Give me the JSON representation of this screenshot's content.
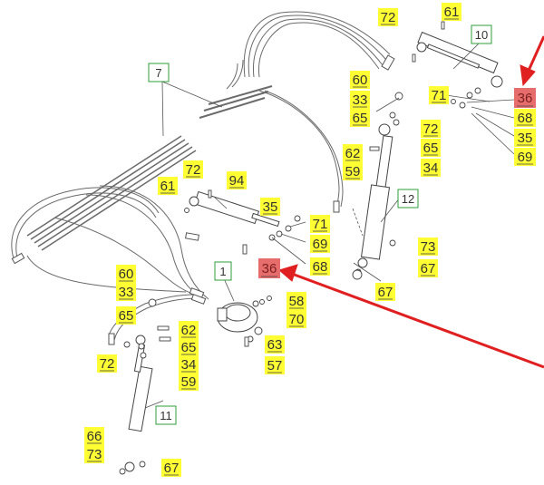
{
  "colors": {
    "yellow_label": "#ffff33",
    "red_label": "#e76d6d",
    "green_box": "#2e9d3a",
    "arrow": "#e02020",
    "line": "#606060"
  },
  "labels": [
    {
      "id": "l72a",
      "text": "72",
      "style": "yellow"
    },
    {
      "id": "l61a",
      "text": "61",
      "style": "yellow"
    },
    {
      "id": "l10",
      "text": "10",
      "style": "green"
    },
    {
      "id": "l7",
      "text": "7",
      "style": "green"
    },
    {
      "id": "l60a",
      "text": "60",
      "style": "yellow"
    },
    {
      "id": "l33a",
      "text": "33",
      "style": "yellow"
    },
    {
      "id": "l65a",
      "text": "65",
      "style": "yellow"
    },
    {
      "id": "l71a",
      "text": "71",
      "style": "yellow"
    },
    {
      "id": "l36a",
      "text": "36",
      "style": "red"
    },
    {
      "id": "l68a",
      "text": "68",
      "style": "yellow"
    },
    {
      "id": "l35a",
      "text": "35",
      "style": "yellow"
    },
    {
      "id": "l69a",
      "text": "69",
      "style": "yellow"
    },
    {
      "id": "l72b",
      "text": "72",
      "style": "yellow"
    },
    {
      "id": "l65b",
      "text": "65",
      "style": "yellow"
    },
    {
      "id": "l34a",
      "text": "34",
      "style": "yellow"
    },
    {
      "id": "l62a",
      "text": "62",
      "style": "yellow"
    },
    {
      "id": "l59a",
      "text": "59",
      "style": "yellow"
    },
    {
      "id": "l12",
      "text": "12",
      "style": "green"
    },
    {
      "id": "l72c",
      "text": "72",
      "style": "yellow"
    },
    {
      "id": "l94",
      "text": "94",
      "style": "yellow"
    },
    {
      "id": "l61b",
      "text": "61",
      "style": "yellow"
    },
    {
      "id": "l35b",
      "text": "35",
      "style": "yellow"
    },
    {
      "id": "l71b",
      "text": "71",
      "style": "yellow"
    },
    {
      "id": "l69b",
      "text": "69",
      "style": "yellow"
    },
    {
      "id": "l68b",
      "text": "68",
      "style": "yellow"
    },
    {
      "id": "l73a",
      "text": "73",
      "style": "yellow"
    },
    {
      "id": "l67a",
      "text": "67",
      "style": "yellow"
    },
    {
      "id": "l1",
      "text": "1",
      "style": "green"
    },
    {
      "id": "l36b",
      "text": "36",
      "style": "red"
    },
    {
      "id": "l67b",
      "text": "67",
      "style": "yellow"
    },
    {
      "id": "l60b",
      "text": "60",
      "style": "yellow"
    },
    {
      "id": "l33b",
      "text": "33",
      "style": "yellow"
    },
    {
      "id": "l65c",
      "text": "65",
      "style": "yellow"
    },
    {
      "id": "l58",
      "text": "58",
      "style": "yellow"
    },
    {
      "id": "l70",
      "text": "70",
      "style": "yellow"
    },
    {
      "id": "l62b",
      "text": "62",
      "style": "yellow"
    },
    {
      "id": "l65d",
      "text": "65",
      "style": "yellow"
    },
    {
      "id": "l72d",
      "text": "72",
      "style": "yellow"
    },
    {
      "id": "l34b",
      "text": "34",
      "style": "yellow"
    },
    {
      "id": "l59b",
      "text": "59",
      "style": "yellow"
    },
    {
      "id": "l63",
      "text": "63",
      "style": "yellow"
    },
    {
      "id": "l57",
      "text": "57",
      "style": "yellow"
    },
    {
      "id": "l11",
      "text": "11",
      "style": "green"
    },
    {
      "id": "l66",
      "text": "66",
      "style": "yellow"
    },
    {
      "id": "l73b",
      "text": "73",
      "style": "yellow"
    },
    {
      "id": "l67c",
      "text": "67",
      "style": "yellow"
    }
  ]
}
